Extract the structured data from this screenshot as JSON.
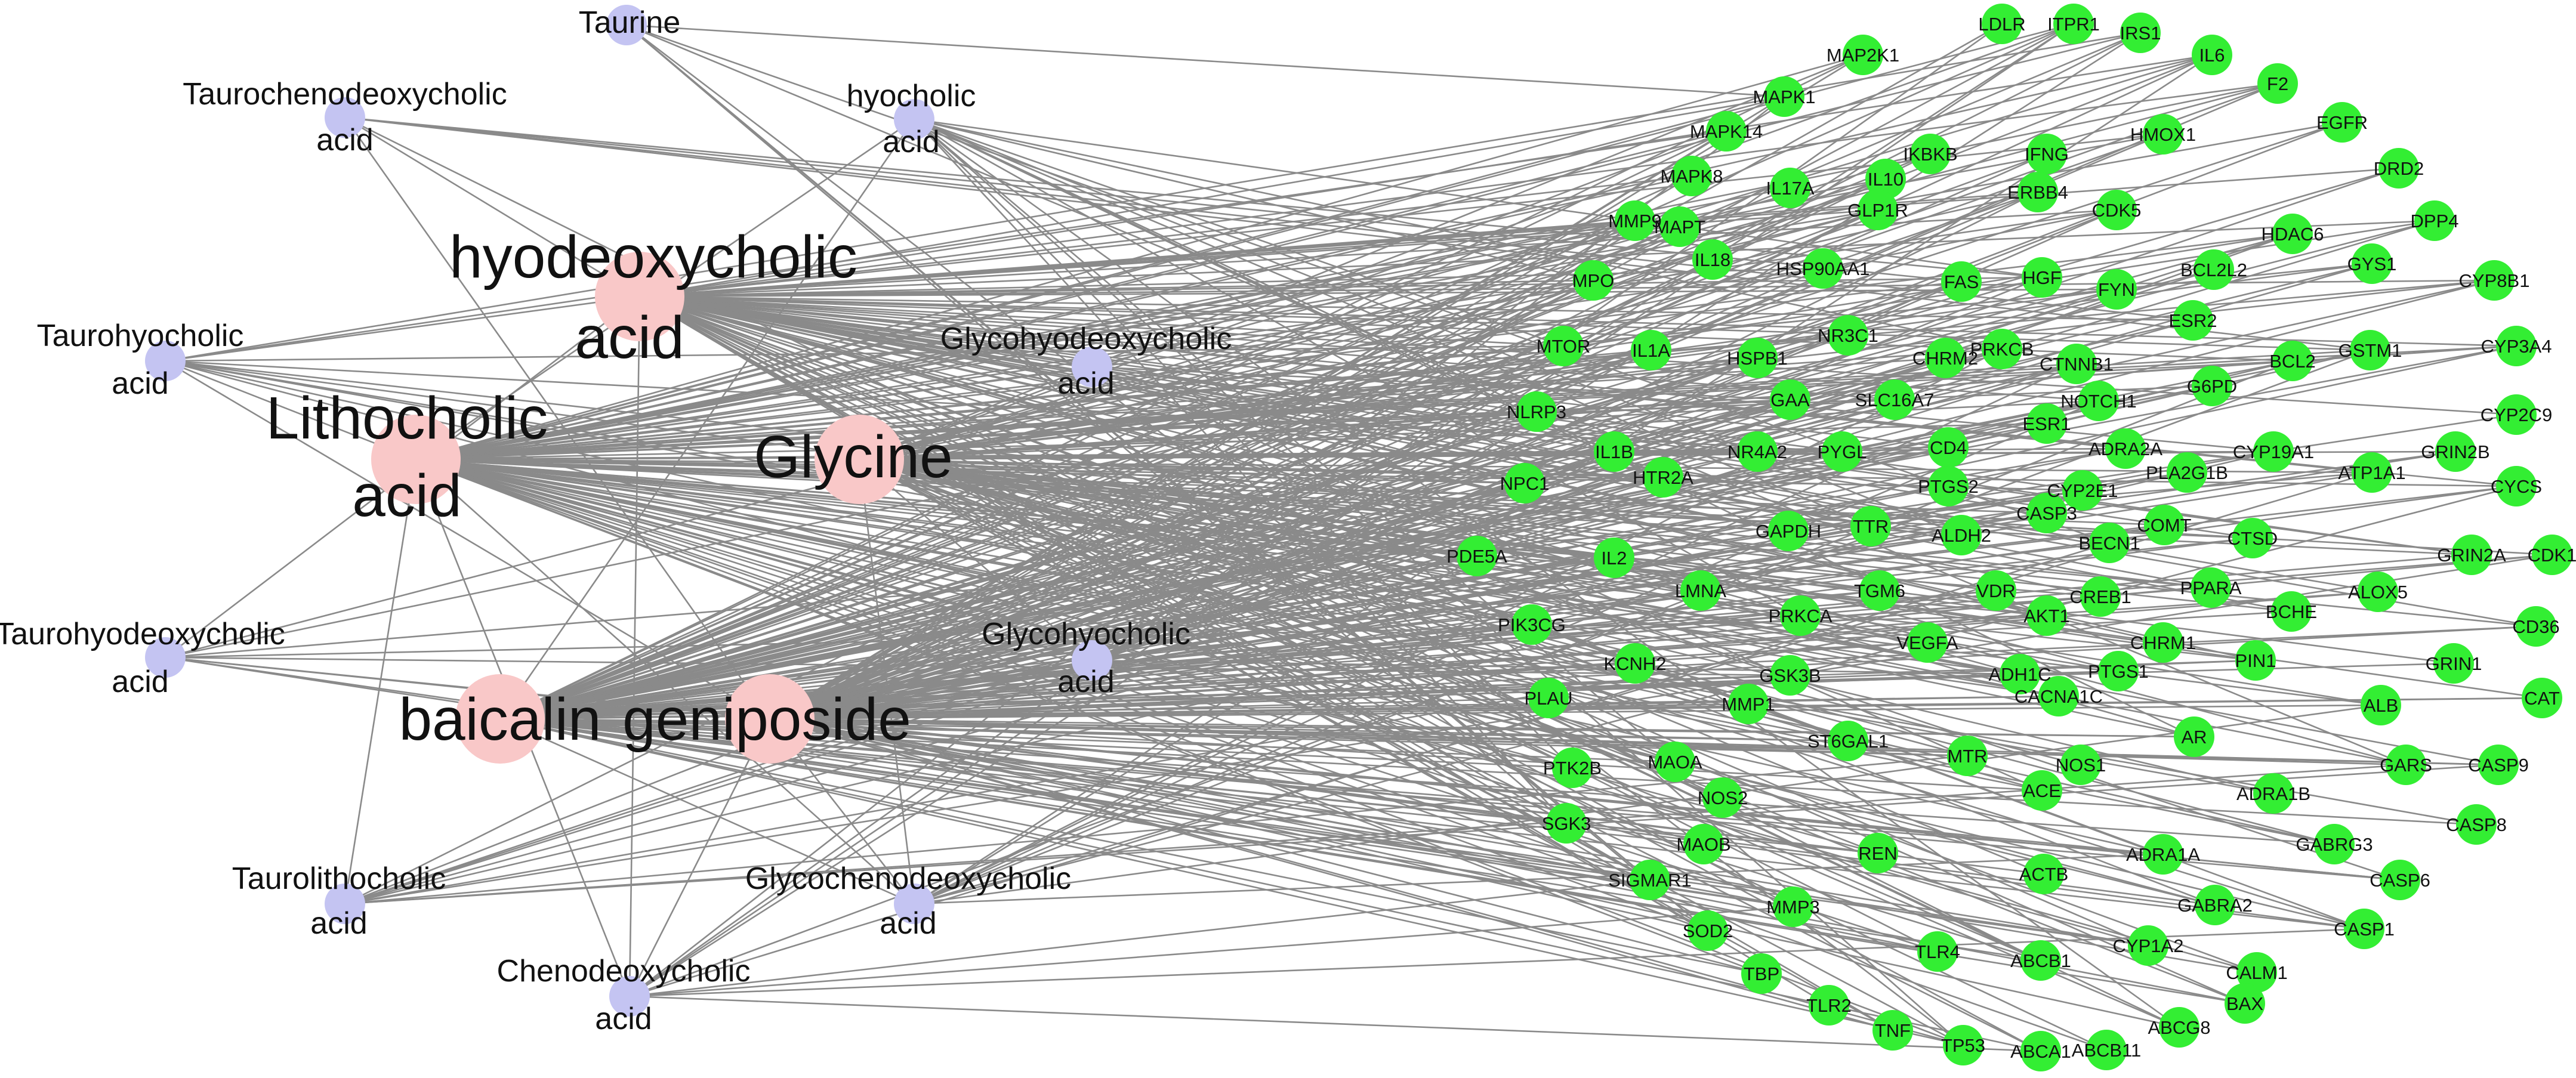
{
  "colors": {
    "edge": "#8a8a8a",
    "compound_node": "#c4c4f2",
    "major_node": "#f9c8c8",
    "target_node": "#33ee33",
    "label": "#111111"
  },
  "compounds": [
    {
      "id": "taurine",
      "label": [
        "Taurine"
      ]
    },
    {
      "id": "taurochenodeoxycholic-acid",
      "label": [
        "Taurochenodeoxycholic",
        "acid"
      ]
    },
    {
      "id": "hyocholic-acid",
      "label": [
        "hyocholic",
        "acid"
      ]
    },
    {
      "id": "taurohyocholic-acid",
      "label": [
        "Taurohyocholic",
        "acid"
      ]
    },
    {
      "id": "glycohyodeoxycholic-acid",
      "label": [
        "Glycohyodeoxycholic",
        "acid"
      ]
    },
    {
      "id": "taurohyodeoxycholic-acid",
      "label": [
        "Taurohyodeoxycholic",
        "acid"
      ]
    },
    {
      "id": "glycohyocholic-acid",
      "label": [
        "Glycohyocholic",
        "acid"
      ]
    },
    {
      "id": "taurolithocholic-acid",
      "label": [
        "Taurolithocholic",
        "acid"
      ]
    },
    {
      "id": "glycochenodeoxycholic-acid",
      "label": [
        "Glycochenodeoxycholic",
        "acid"
      ]
    },
    {
      "id": "chenodeoxycholic-acid",
      "label": [
        "Chenodeoxycholic",
        "acid"
      ]
    }
  ],
  "major_compounds": [
    {
      "id": "hyodeoxycholic-acid",
      "label": [
        "hyodeoxycholic",
        "acid"
      ]
    },
    {
      "id": "lithocholic-acid",
      "label": [
        "Lithocholic",
        "acid"
      ]
    },
    {
      "id": "glycine",
      "label": [
        "Glycine"
      ]
    },
    {
      "id": "baicalin",
      "label": [
        "baicalin"
      ]
    },
    {
      "id": "geniposide",
      "label": [
        "geniposide"
      ]
    }
  ],
  "targets": [
    "MAP2K1",
    "LDLR",
    "ITPR1",
    "IRS1",
    "IL6",
    "MAPK1",
    "MAPK14",
    "F2",
    "MAPK8",
    "IKBKB",
    "IFNG",
    "EGFR",
    "IL10",
    "HMOX1",
    "MAPT",
    "DRD2",
    "IL17A",
    "ERBB4",
    "HDAC6",
    "MMP9",
    "GLP1R",
    "CDK5",
    "DPP4",
    "IL18",
    "HSP90AA1",
    "GYS1",
    "MPO",
    "FAS",
    "HGF",
    "BCL2L2",
    "CYP8B1",
    "FYN",
    "ESR2",
    "MTOR",
    "IL1A",
    "NR3C1",
    "HSPB1",
    "PRKCB",
    "CHRM2",
    "CTNNB1",
    "BCL2",
    "GSTM1",
    "CYP3A4",
    "G6PD",
    "NOTCH1",
    "NLRP3",
    "GAA",
    "SLC16A7",
    "CYP2C9",
    "ESR1",
    "IL1B",
    "NR4A2",
    "PYGL",
    "CD4",
    "ADRA2A",
    "CYP19A1",
    "GRIN2B",
    "NPC1",
    "HTR2A",
    "PLA2G1B",
    "ATP1A1",
    "PTGS2",
    "CYP2E1",
    "CASP3",
    "CYCS",
    "PDE5A",
    "IL2",
    "GAPDH",
    "TTR",
    "ALDH2",
    "COMT",
    "BECN1",
    "CTSD",
    "GRIN2A",
    "CDK1",
    "LMNA",
    "TGM6",
    "VDR",
    "CREB1",
    "PPARA",
    "ALOX5",
    "PRKCA",
    "AKT1",
    "BCHE",
    "CD36",
    "PIK3CG",
    "VEGFA",
    "CHRM1",
    "KCNH2",
    "GSK3B",
    "ADH1C",
    "PTGS1",
    "PIN1",
    "GRIN1",
    "PLAU",
    "MMP1",
    "CACNA1C",
    "ALB",
    "CAT",
    "ST6GAL1",
    "AR",
    "MTR",
    "NOS1",
    "GARS",
    "CASP9",
    "PTK2B",
    "MAOA",
    "ACE",
    "ADRA1B",
    "NOS2",
    "CASP8",
    "SGK3",
    "GABRG3",
    "REN",
    "ACTB",
    "ADRA1A",
    "MAOB",
    "CASP6",
    "SIGMAR1",
    "GABRA2",
    "MMP3",
    "CASP1",
    "CYP1A2",
    "SOD2",
    "TLR4",
    "CALM1",
    "ABCB1",
    "TBP",
    "BAX",
    "TLR2",
    "ABCG8",
    "TNF",
    "TP53",
    "ABCA1",
    "ABCB11"
  ]
}
